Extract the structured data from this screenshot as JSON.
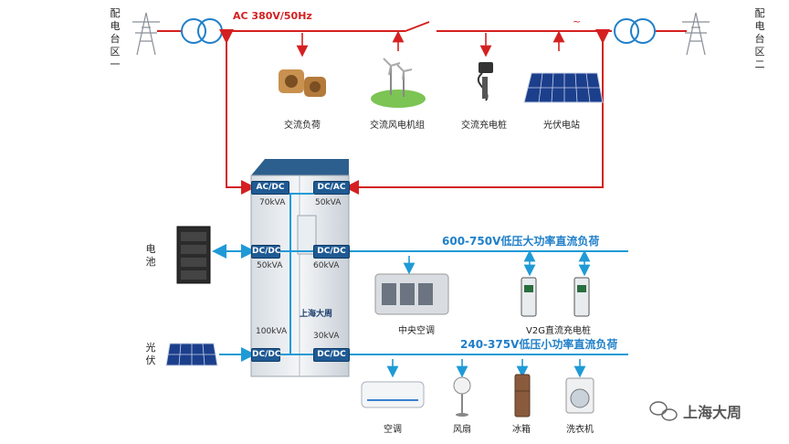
{
  "grid": {
    "left_label": "配电台区一",
    "right_label": "配电台区二",
    "ac_bus_label": "AC 380V/50Hz"
  },
  "ac_loads": [
    {
      "label": "交流负荷",
      "icon": "motor-icon"
    },
    {
      "label": "交流风电机组",
      "icon": "wind-turbine-icon"
    },
    {
      "label": "交流充电桩",
      "icon": "ac-charger-icon"
    },
    {
      "label": "光伏电站",
      "icon": "solar-panel-icon"
    }
  ],
  "cabinet": {
    "modules": [
      {
        "type": "AC/DC",
        "capacity": "70kVA"
      },
      {
        "type": "DC/AC",
        "capacity": "50kVA"
      },
      {
        "type": "DC/DC",
        "capacity": "50kVA"
      },
      {
        "type": "DC/DC",
        "capacity": "60kVA"
      },
      {
        "type": "DC/DC",
        "capacity": "100kVA"
      },
      {
        "type": "DC/DC",
        "capacity": "30kVA"
      }
    ],
    "logo_text": "上海大周"
  },
  "storage": {
    "battery_label": "电池",
    "pv_label": "光伏"
  },
  "dc_buses": {
    "high_label": "600-750V低压大功率直流负荷",
    "low_label": "240-375V低压小功率直流负荷"
  },
  "dc_high_loads": [
    {
      "label": "中央空调",
      "icon": "central-ac-icon"
    },
    {
      "label": "V2G直流充电桩",
      "icon": "v2g-charger-icon"
    }
  ],
  "dc_low_loads": [
    {
      "label": "空调",
      "icon": "air-conditioner-icon"
    },
    {
      "label": "风扇",
      "icon": "fan-icon"
    },
    {
      "label": "冰箱",
      "icon": "fridge-icon"
    },
    {
      "label": "洗衣机",
      "icon": "washer-icon"
    }
  ],
  "brand": {
    "text": "上海大周",
    "icon": "wechat-icon"
  },
  "colors": {
    "ac_line": "#d42020",
    "dc_line": "#1f9ad6",
    "module": "#1f5a93"
  }
}
